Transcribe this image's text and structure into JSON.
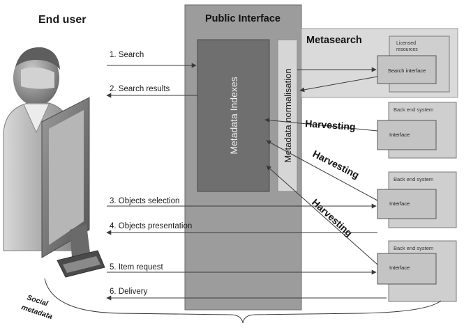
{
  "end_user": {
    "label": "End user",
    "social_metadata_line1": "Social",
    "social_metadata_line2": "metadata"
  },
  "public_interface": {
    "title": "Public Interface",
    "metadata_indexes": "Metadata Indexes",
    "metadata_normalisation": "Metadata normalisation"
  },
  "metasearch": {
    "title": "Metasearch",
    "licensed_resources": "Licensed resources",
    "search_interface": "Search interface"
  },
  "backends": [
    {
      "title": "Back end system",
      "interface": "Interface"
    },
    {
      "title": "Back end system",
      "interface": "Interface"
    },
    {
      "title": "Back end system",
      "interface": "Interface"
    }
  ],
  "harvesting": [
    "Harvesting",
    "Harvesting",
    "Harvesting"
  ],
  "flows": {
    "search": "1. Search",
    "search_results": "2. Search results",
    "objects_selection": "3. Objects selection",
    "objects_presentation": "4. Objects presentation",
    "item_request": "5. Item request",
    "delivery": "6. Delivery"
  },
  "colors": {
    "public_interface_fill": "#9c9c9c",
    "indexes_fill": "#6f6f6f",
    "normalisation_fill": "#d6d6d6",
    "metasearch_fill": "#dadada",
    "backend_fill": "#cfcfcf",
    "interface_fill": "#c4c4c4"
  }
}
